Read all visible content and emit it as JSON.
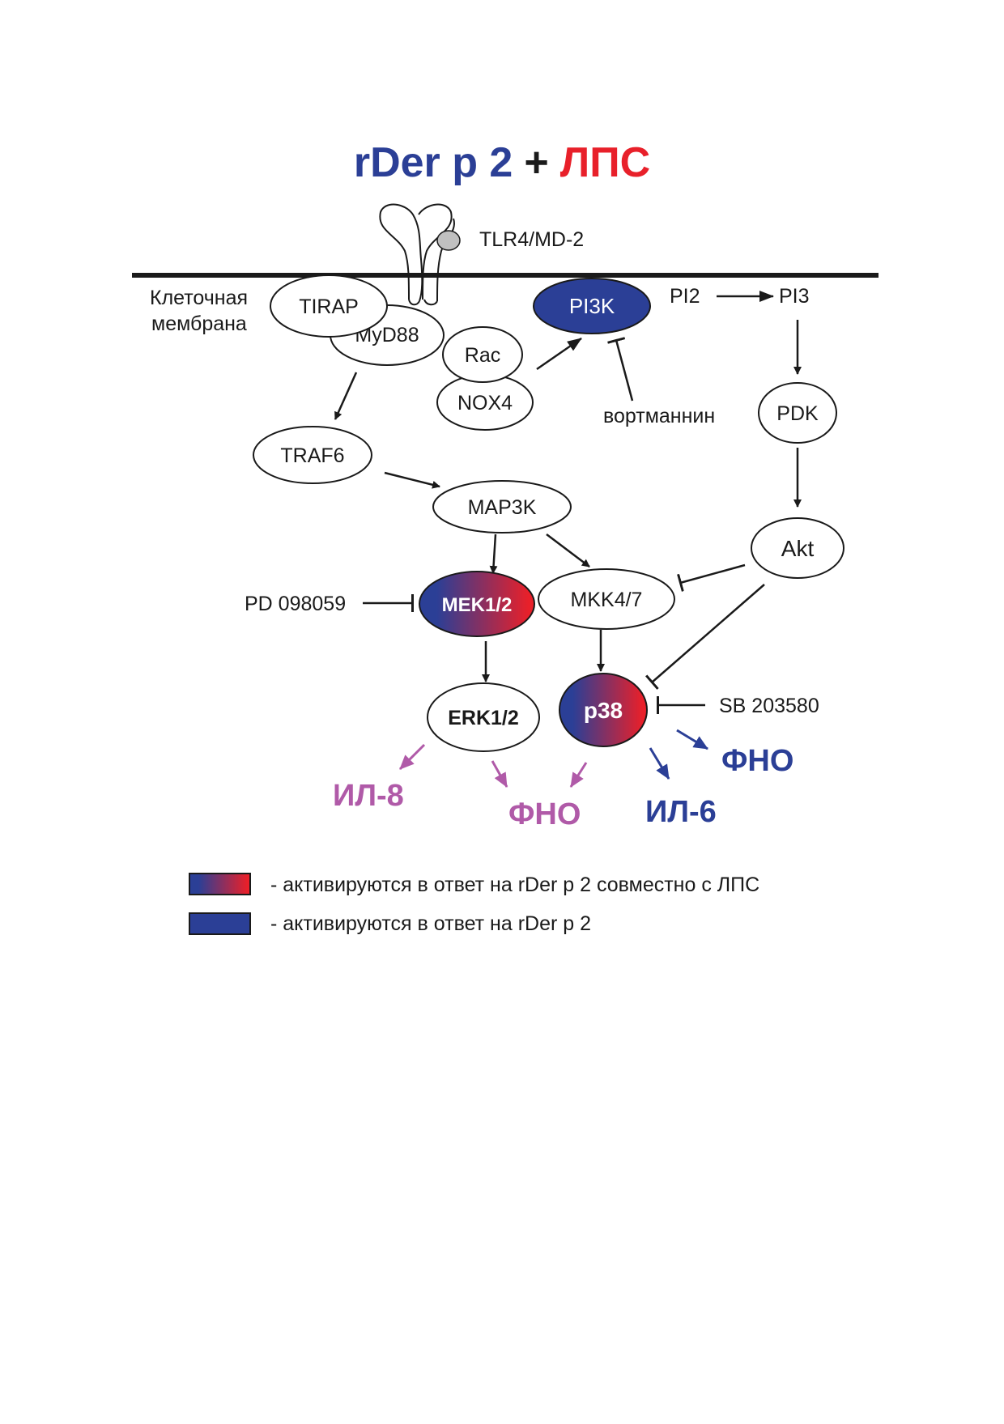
{
  "title": {
    "part1": "rDer p 2",
    "plus": "+",
    "part2": "ЛПС"
  },
  "membrane": {
    "line1": "Клеточная",
    "line2": "мембрана"
  },
  "receptor": {
    "label": "TLR4/MD-2"
  },
  "nodes": {
    "tirap": "TIRAP",
    "myd88": "MyD88",
    "rac": "Rac",
    "nox4": "NOX4",
    "pi3k": "PI3K",
    "traf6": "TRAF6",
    "map3k": "MAP3K",
    "mek12": "MEK1/2",
    "mkk47": "MKK4/7",
    "erk12": "ERK1/2",
    "p38": "p38",
    "pdk": "PDK",
    "akt": "Akt"
  },
  "lipids": {
    "pi2": "PI2",
    "pi3": "PI3"
  },
  "inhibitors": {
    "wortmannin": "вортманнин",
    "pd": "PD 098059",
    "sb": "SB 203580"
  },
  "outputs": {
    "il8": "ИЛ-8",
    "tnf_erk": "ФНО",
    "il6": "ИЛ-6",
    "tnf_p38": "ФНО"
  },
  "legend": [
    {
      "text": "- активируются в ответ на rDer p 2 совместно с ЛПС",
      "swatch": "gradient"
    },
    {
      "text": "- активируются в ответ на rDer p 2",
      "swatch": "blue"
    }
  ],
  "colors": {
    "blue": "#2b3f96",
    "red": "#e8202a",
    "pink": "#b05aa8",
    "ink": "#1a1a1a",
    "receptor_ball": "#c0c0c0"
  }
}
